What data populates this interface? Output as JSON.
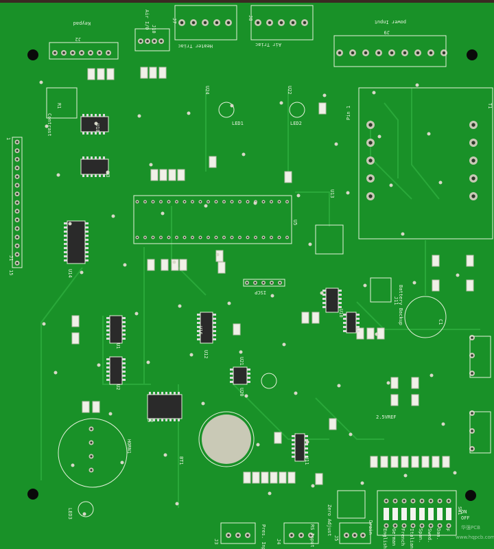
{
  "colors": {
    "board": "#199128",
    "trace": "#2aa83a",
    "silkscreen": "#e6f2dc",
    "pad": "#c9c9b6",
    "mount_hole": "#0a0a0a"
  },
  "labels": {
    "j1": "J1",
    "j2": "J2",
    "keypad": "Keypad",
    "j10": "J10",
    "air_io": "Air I/O",
    "j7": "J7",
    "heater_triac": "Heater Triac",
    "j8": "J8",
    "air_triac": "Air Triac",
    "j9": "J9",
    "power_input": "power Input",
    "t1": "T1",
    "pin1": "Pin 1",
    "contrast": "Contrast",
    "r1": "R1",
    "u5": "U5",
    "isp": "ISCP",
    "battery_backup": "Battery Backup",
    "c1": "C1",
    "horn1": "HORN1",
    "bt1": "BT1",
    "led1": "LED1",
    "led2": "LED2",
    "led3": "LED3",
    "sw1": "SW1",
    "vref": "2.5VREF",
    "zero_adjust": "Zero Adjust",
    "drain": "Drain",
    "rs_input": "RS Input",
    "pres_input": "Pres. Input",
    "j3": "J3",
    "j4": "J4",
    "j5": "J5",
    "j11": "J11",
    "u1": "U1",
    "u2": "U2",
    "u3": "U3",
    "u8": "U8",
    "u10": "U10",
    "u11": "U11",
    "u12": "U12",
    "u13": "U13",
    "u14": "U14",
    "u16": "U16",
    "u18": "U18",
    "u20": "U20",
    "u21": "U21",
    "u22": "U22",
    "u24": "U24",
    "on": "ON",
    "off": "OFF",
    "pin_15": "15",
    "pin_1": "1"
  },
  "sw1_languages": [
    "English",
    "German",
    "French",
    "Italian",
    "Span.",
    "Swed.",
    "Dan.",
    "F"
  ],
  "watermark": {
    "logo": "华强PCB",
    "url": "www.hqpcb.com"
  }
}
